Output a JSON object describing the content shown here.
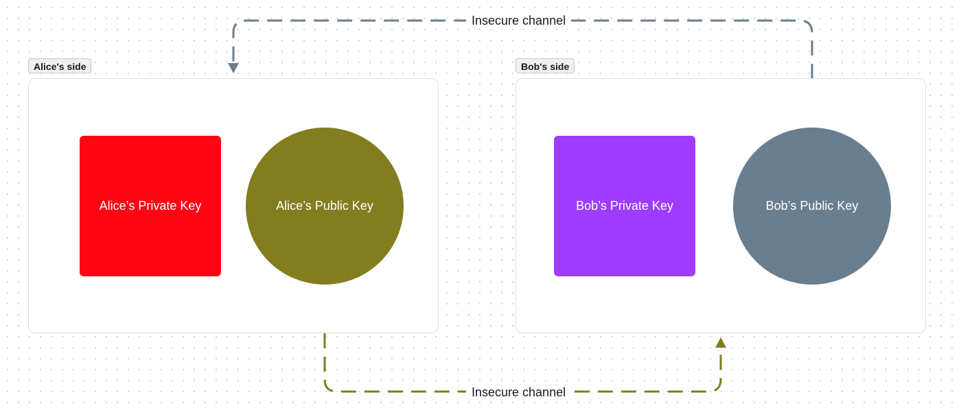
{
  "groups": {
    "alice": {
      "label": "Alice's side"
    },
    "bob": {
      "label": "Bob's side"
    }
  },
  "nodes": {
    "alice_private": {
      "label": "Alice’s Private Key",
      "shape": "square",
      "color": "#ff0514"
    },
    "alice_public": {
      "label": "Alice’s Public Key",
      "shape": "circle",
      "color": "#827d1e"
    },
    "bob_private": {
      "label": "Bob’s Private Key",
      "shape": "square",
      "color": "#a03cff"
    },
    "bob_public": {
      "label": "Bob’s Public Key",
      "shape": "circle",
      "color": "#697e8f"
    }
  },
  "edges": {
    "bob_to_alice": {
      "label": "Insecure channel",
      "from": "Bob’s Public Key",
      "to": "Alice's side",
      "style": "dashed",
      "color": "#697e8f"
    },
    "alice_to_bob": {
      "label": "Insecure channel",
      "from": "Alice’s Public Key",
      "to": "Bob's side",
      "style": "dashed",
      "color": "#827d1e"
    }
  }
}
